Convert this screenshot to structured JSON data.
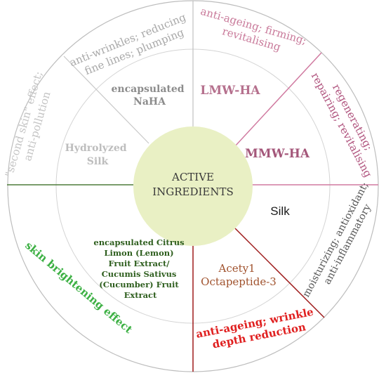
{
  "center": {
    "line1": "ACTIVE",
    "line2": "INGREDIENTS"
  },
  "segments": [
    {
      "ingredient": [
        "encapsulated",
        "NaHA"
      ],
      "effect": [
        "anti-wrinkles; reducing",
        "fine lines; plumping"
      ],
      "ingredient_color": "#8c8c8c",
      "effect_color": "#a8a8a8"
    },
    {
      "ingredient": [
        "LMW-HA"
      ],
      "effect": [
        "anti-ageing; firming;",
        "revitalising"
      ],
      "ingredient_color": "#b5708d",
      "effect_color": "#c97a9a"
    },
    {
      "ingredient": [
        "MMW-HA"
      ],
      "effect": [
        "regenerating;",
        "repairing; revitalising"
      ],
      "ingredient_color": "#a4577a",
      "effect_color": "#b0547e"
    },
    {
      "ingredient": [
        "Silk"
      ],
      "effect": [
        "moisturizing; antioxidant;",
        "anti-inflammatory"
      ],
      "ingredient_color": "#1a1a1a",
      "effect_color": "#555555"
    },
    {
      "ingredient": [
        "Acety1",
        "Octapeptide-3"
      ],
      "effect": [
        "anti-ageing; wrinkle",
        "depth  reduction"
      ],
      "ingredient_color": "#a0522d",
      "effect_color": "#e02020"
    },
    {
      "ingredient": [
        "encapsulated Citrus",
        "Limon (Lemon)",
        "Fruit Extract/",
        "Cucumis Sativus",
        "(Cucumber) Fruit",
        "Extract"
      ],
      "effect": [
        "skin brightening effect"
      ],
      "ingredient_color": "#2e5e1e",
      "effect_color": "#3cb043"
    },
    {
      "ingredient": [
        "Hydrolyzed",
        "Silk"
      ],
      "effect": [
        "\"second skin\" effect;",
        "anti-pollution"
      ],
      "ingredient_color": "#bdbdbd",
      "effect_color": "#c4c4c4"
    }
  ],
  "colors": {
    "outer_ring": "#bdbdbd",
    "inner_ring": "#d4d4d4",
    "center_fill": "#e9f0c4",
    "line_grey": "#c0c0c0",
    "line_pink": "#d07aa0",
    "line_dark_red": "#9e1a1a",
    "line_green": "#4f7d3a"
  }
}
